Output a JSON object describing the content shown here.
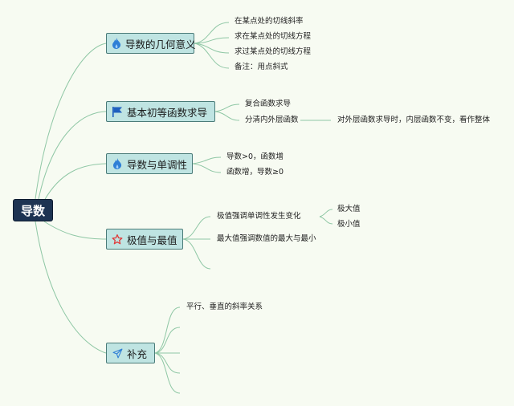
{
  "root": {
    "label": "导数"
  },
  "branches": [
    {
      "label": "导数的几何意义",
      "icon": "flame-icon",
      "leaves": [
        "在某点处的切线斜率",
        "求在某点处的切线方程",
        "求过某点处的切线方程",
        "备注：用点斜式"
      ]
    },
    {
      "label": "基本初等函数求导",
      "icon": "flag-icon",
      "leaves": [
        "复合函数求导",
        "分清内外层函数"
      ],
      "note": "对外层函数求导时，内层函数不变，看作整体"
    },
    {
      "label": "导数与单调性",
      "icon": "flame-icon",
      "leaves": [
        "导数>0，函数增",
        "函数增，导数≥0"
      ]
    },
    {
      "label": "极值与最值",
      "icon": "star-icon",
      "leaves": [
        "极值强调单调性发生变化",
        "最大值强调数值的最大与最小"
      ],
      "sub_leaves": [
        "极大值",
        "极小值"
      ]
    },
    {
      "label": "补充",
      "icon": "paper-plane-icon",
      "leaves": [
        "平行、垂直的斜率关系"
      ]
    }
  ],
  "colors": {
    "background": "#f7fbf2",
    "root_fill": "#1d3352",
    "node_fill": "#bfe4e2",
    "node_border": "#4a7b78",
    "line": "#8fc7a5",
    "flame": "#2f7fd6",
    "flag": "#1f5fbf",
    "star": "#e03a3a",
    "plane": "#2f7fd6"
  }
}
